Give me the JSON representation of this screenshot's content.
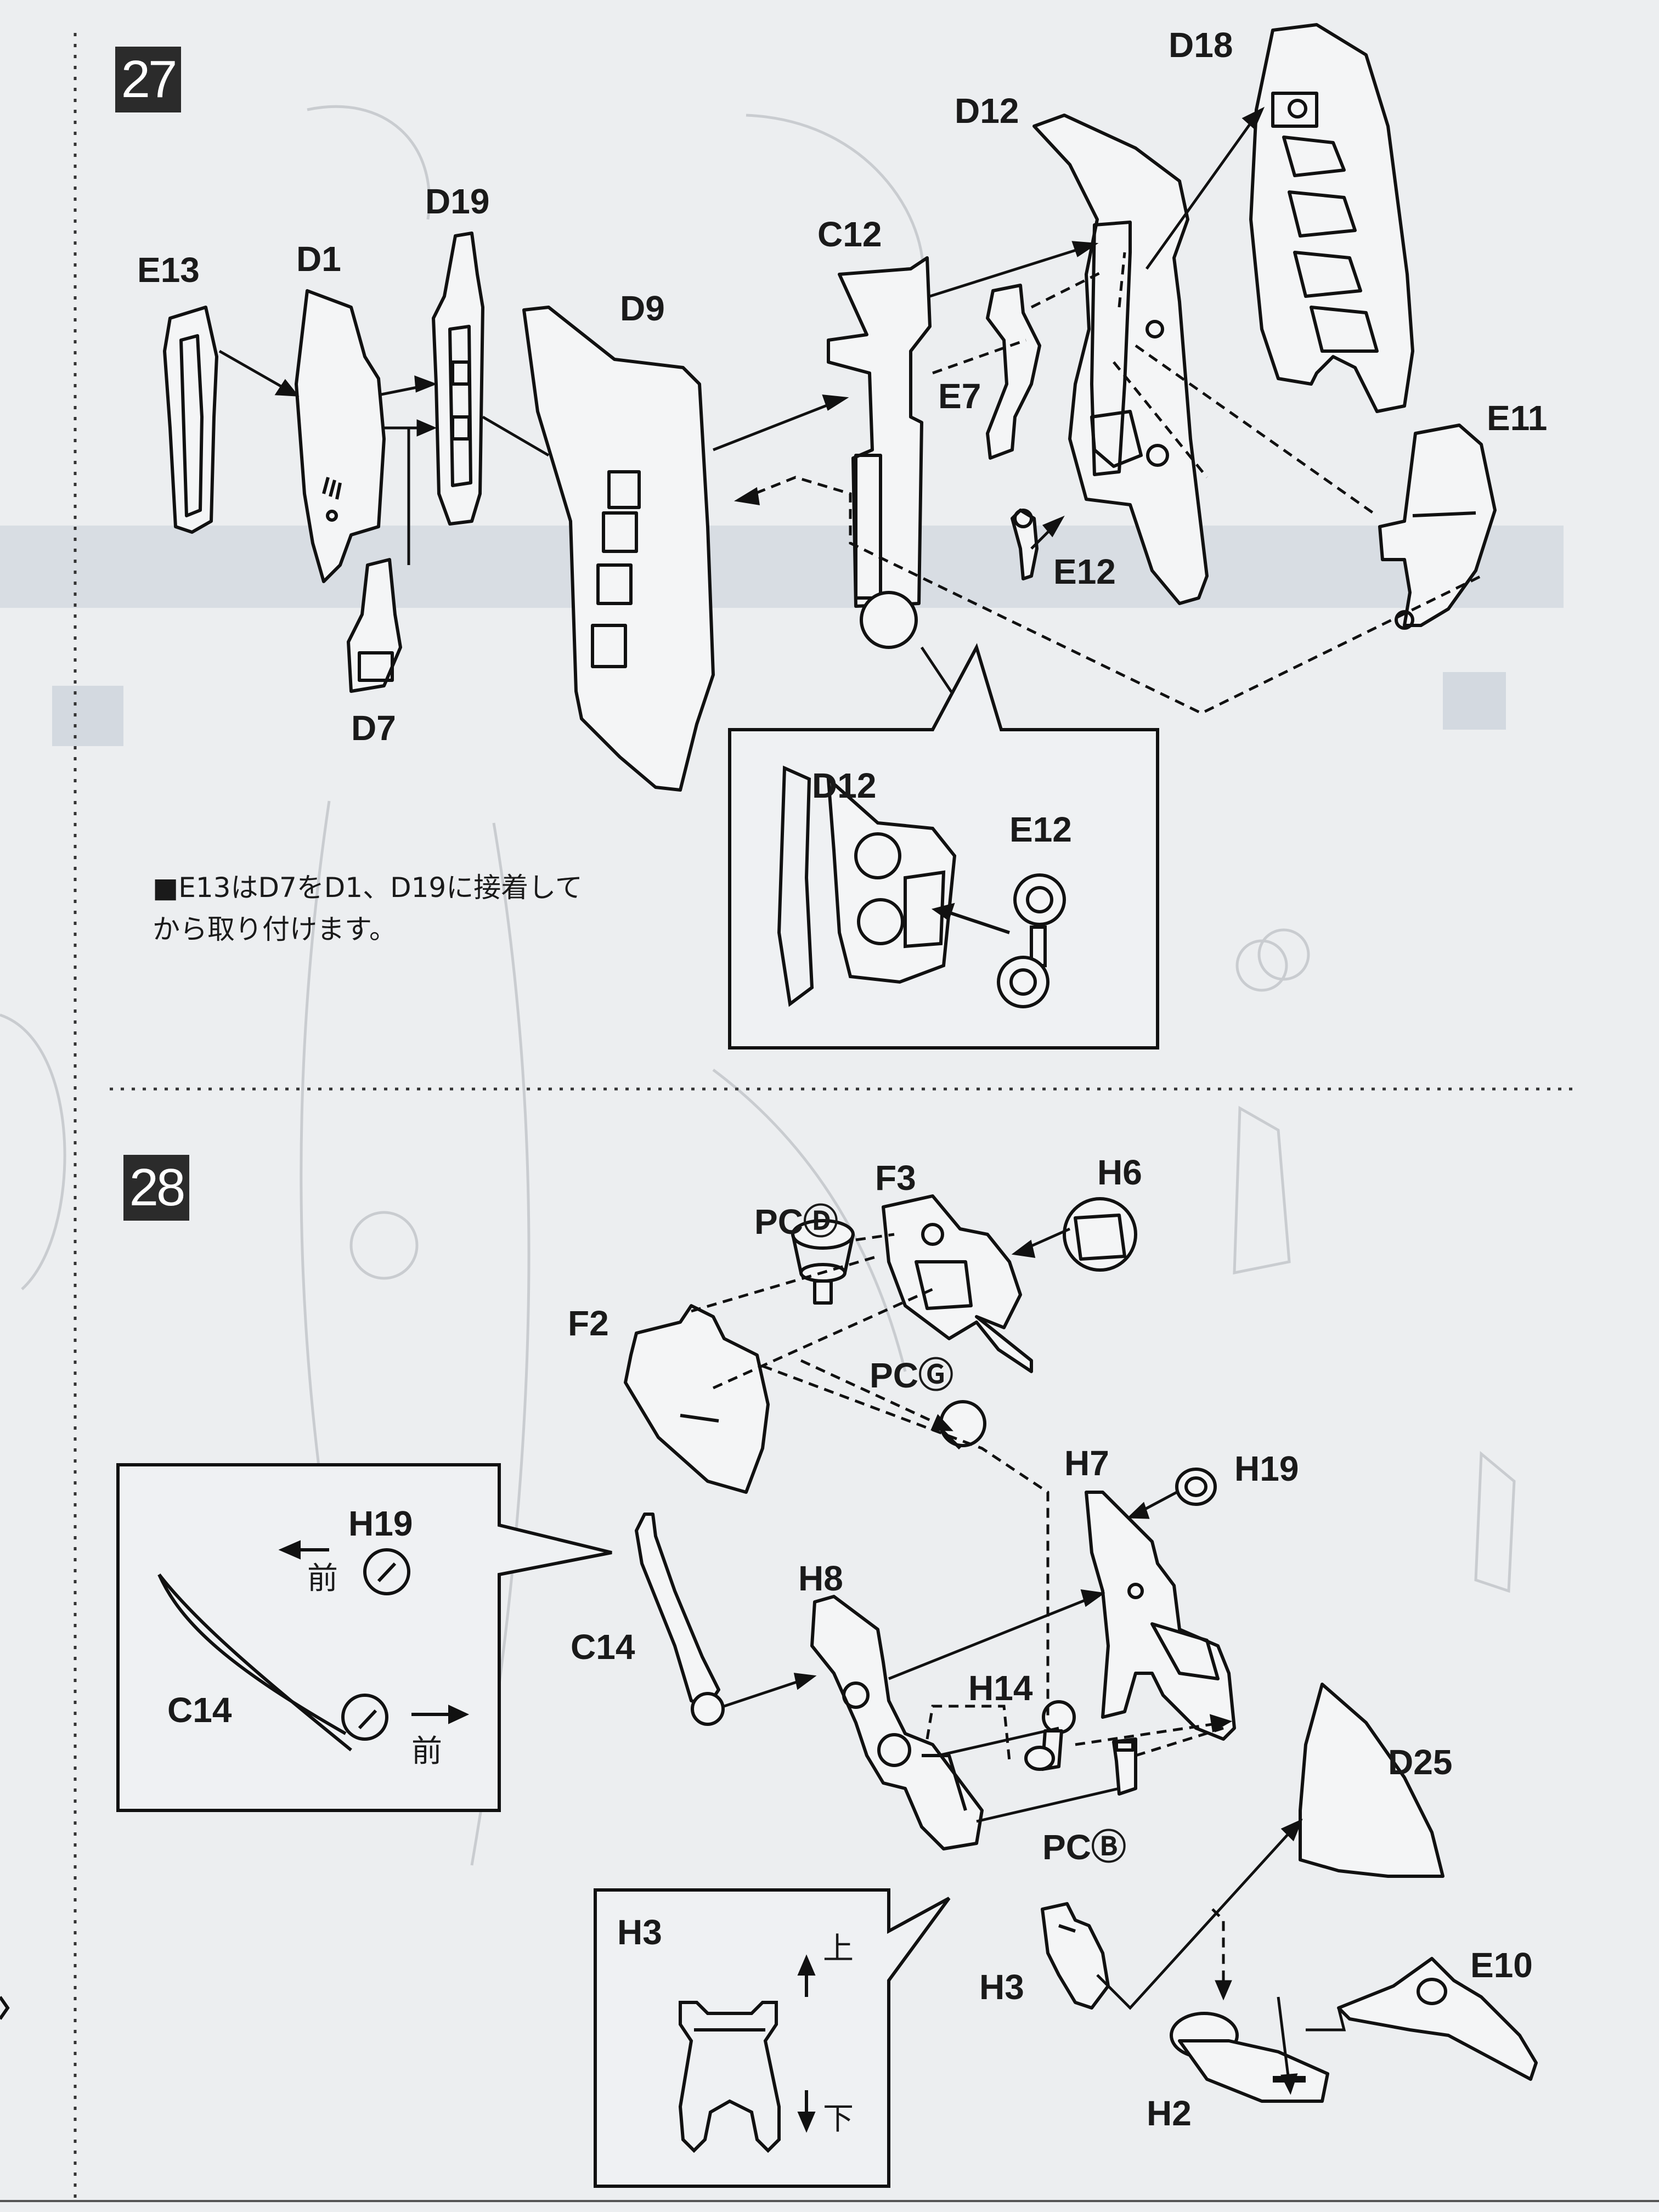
{
  "steps": {
    "s27": {
      "number": "27",
      "labels": {
        "E13": "E13",
        "D1": "D1",
        "D19": "D19",
        "D7": "D7",
        "D9": "D9",
        "C12": "C12",
        "E7": "E7",
        "D12": "D12",
        "E12": "E12",
        "D18": "D18",
        "E11": "E11"
      },
      "note": {
        "line1": "■E13はD7をD1、D19に接着して",
        "line2": "から取り付けます。"
      },
      "detail": {
        "D12": "D12",
        "E12": "E12"
      }
    },
    "s28": {
      "number": "28",
      "labels": {
        "PC_D": "PCⒹ",
        "F3": "F3",
        "H6": "H6",
        "F2": "F2",
        "PC_G": "PCⒼ",
        "H7": "H7",
        "H19": "H19",
        "C14": "C14",
        "H8": "H8",
        "H14": "H14",
        "D25": "D25",
        "PC_B": "PCⒷ",
        "H3": "H3",
        "E10": "E10",
        "H2": "H2"
      },
      "detail_c14": {
        "H19": "H19",
        "C14": "C14",
        "front_1": "前",
        "front_2": "前"
      },
      "detail_h3": {
        "H3": "H3",
        "up": "上",
        "down": "下"
      }
    }
  },
  "colors": {
    "paper": "#eceef0",
    "ink": "#1a1a1a",
    "ghost": "#c9ccd0",
    "band": "#c3ccd6"
  }
}
